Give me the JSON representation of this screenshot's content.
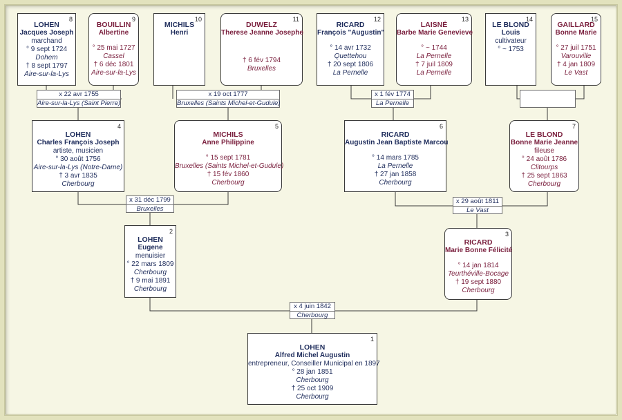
{
  "persons": {
    "p8": {
      "num": "8",
      "surname": "LOHEN",
      "given": "Jacques Joseph",
      "occupation": "marchand",
      "birth": "° 9 sept 1724",
      "birth_place": "Dohem",
      "death": "† 8 sept 1797",
      "death_place": "Aire-sur-la-Lys"
    },
    "p9": {
      "num": "9",
      "surname": "BOUILLIN",
      "given": "Albertine",
      "birth": "° 25 mai 1727",
      "birth_place": "Cassel",
      "death": "† 6 déc 1801",
      "death_place": "Aire-sur-la-Lys"
    },
    "p10": {
      "num": "10",
      "surname": "MICHILS",
      "given": "Henri"
    },
    "p11": {
      "num": "11",
      "surname": "DUWELZ",
      "given": "Therese Jeanne Josephe",
      "death": "† 6 fév 1794",
      "death_place": "Bruxelles"
    },
    "p12": {
      "num": "12",
      "surname": "RICARD",
      "given": "François \"Augustin\"",
      "birth": "° 14 avr 1732",
      "birth_place": "Quettehou",
      "death": "† 20 sept 1806",
      "death_place": "La Pernelle"
    },
    "p13": {
      "num": "13",
      "surname": "LAISNÉ",
      "given": "Barbe Marie Genevieve",
      "birth": "° ~ 1744",
      "birth_place": "La Pernelle",
      "death": "† 7 juil 1809",
      "death_place": "La Pernelle"
    },
    "p14": {
      "num": "14",
      "surname": "LE BLOND",
      "given": "Louis",
      "occupation": "cultivateur",
      "birth": "° ~ 1753"
    },
    "p15": {
      "num": "15",
      "surname": "GAILLARD",
      "given": "Bonne Marie",
      "birth": "° 27 juil 1751",
      "birth_place": "Varouville",
      "death": "† 4 jan 1809",
      "death_place": "Le Vast"
    },
    "p4": {
      "num": "4",
      "surname": "LOHEN",
      "given": "Charles François Joseph",
      "occupation": "artiste, musicien",
      "birth": "° 30 août 1756",
      "birth_place": "Aire-sur-la-Lys (Notre-Dame)",
      "death": "† 3 avr 1835",
      "death_place": "Cherbourg"
    },
    "p5": {
      "num": "5",
      "surname": "MICHILS",
      "given": "Anne Philippine",
      "birth": "° 15 sept 1781",
      "birth_place": "Bruxelles (Saints Michel-et-Gudule)",
      "death": "† 15 fév 1860",
      "death_place": "Cherbourg"
    },
    "p6": {
      "num": "6",
      "surname": "RICARD",
      "given": "Augustin Jean Baptiste Marcou",
      "birth": "° 14 mars 1785",
      "birth_place": "La Pernelle",
      "death": "† 27 jan 1858",
      "death_place": "Cherbourg"
    },
    "p7": {
      "num": "7",
      "surname": "LE BLOND",
      "given": "Bonne Marie Jeanne",
      "occupation": "fileuse",
      "birth": "° 24 août 1786",
      "birth_place": "Clitourps",
      "death": "† 25 sept 1863",
      "death_place": "Cherbourg"
    },
    "p2": {
      "num": "2",
      "surname": "LOHEN",
      "given": "Eugene",
      "occupation": "menuisier",
      "birth": "° 22 mars 1809",
      "birth_place": "Cherbourg",
      "death": "† 9 mai 1891",
      "death_place": "Cherbourg"
    },
    "p3": {
      "num": "3",
      "surname": "RICARD",
      "given": "Marie Bonne Félicité",
      "birth": "° 14 jan 1814",
      "birth_place": "Teurthéville-Bocage",
      "death": "† 19 sept 1880",
      "death_place": "Cherbourg"
    },
    "p1": {
      "num": "1",
      "surname": "LOHEN",
      "given": "Alfred Michel Augustin",
      "occupation": "entrepreneur, Conseiller Municipal en 1897",
      "birth": "° 28 jan 1851",
      "birth_place": "Cherbourg",
      "death": "† 25 oct 1909",
      "death_place": "Cherbourg"
    }
  },
  "marriages": {
    "m89": {
      "date": "x 22 avr 1755",
      "place": "Aire-sur-la-Lys (Saint Pierre)"
    },
    "m1011": {
      "date": "x 19 oct 1777",
      "place": "Bruxelles (Saints Michel-et-Gudule)"
    },
    "m1213": {
      "date": "x 1 fév 1774",
      "place": "La Pernelle"
    },
    "m1415": {
      "date": "",
      "place": ""
    },
    "m45": {
      "date": "x 31 déc 1799",
      "place": "Bruxelles"
    },
    "m67": {
      "date": "x 29 août 1811",
      "place": "Le Vast"
    },
    "m23": {
      "date": "x 4 juin 1842",
      "place": "Cherbourg"
    }
  },
  "colors": {
    "male": "#1f2d5c",
    "female": "#7a1f3d",
    "background": "#f6f6e4",
    "frame": "#e2e2bd",
    "line": "#3a3a3a"
  }
}
